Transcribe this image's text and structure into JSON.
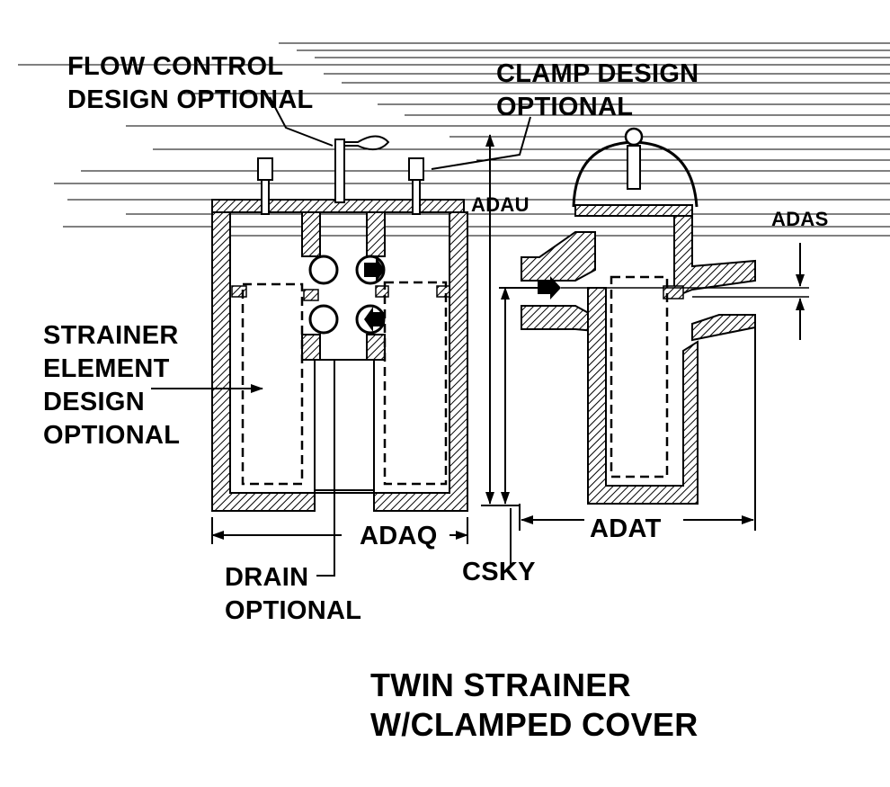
{
  "labels": {
    "flow_control": [
      "FLOW CONTROL",
      "DESIGN OPTIONAL"
    ],
    "clamp_design": [
      "CLAMP DESIGN",
      "OPTIONAL"
    ],
    "strainer_element": [
      "STRAINER",
      "ELEMENT",
      "DESIGN",
      "OPTIONAL"
    ],
    "drain": [
      "DRAIN",
      "OPTIONAL"
    ],
    "dim_width": "ADAQ",
    "dim_clamp": "ADAU",
    "dim_height": "CSKY",
    "dim_port_offset": "ADAT",
    "dim_right_pipe": "ADAS"
  },
  "title": [
    "TWIN STRAINER",
    "W/CLAMPED COVER"
  ],
  "colors": {
    "ink": "#000000",
    "paper": "#ffffff"
  }
}
